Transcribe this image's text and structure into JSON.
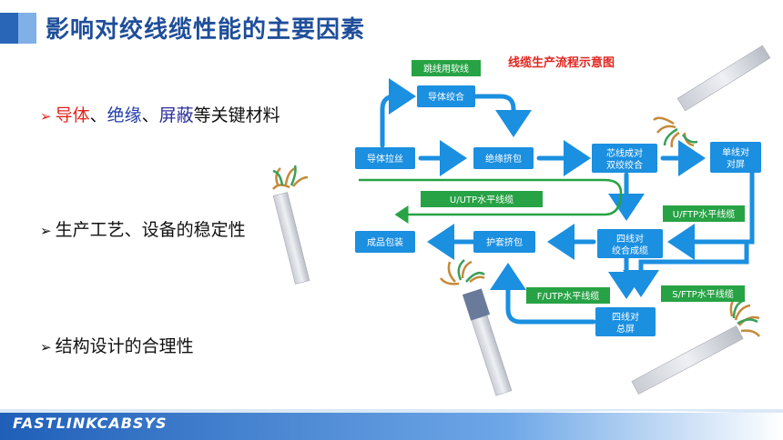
{
  "title": "影响对绞线缆性能的主要因素",
  "bullets": [
    {
      "parts": [
        {
          "text": "导体",
          "color": "red"
        },
        {
          "text": "、",
          "color": "black"
        },
        {
          "text": "绝缘",
          "color": "blue"
        },
        {
          "text": "、",
          "color": "black"
        },
        {
          "text": "屏蔽",
          "color": "navy"
        },
        {
          "text": "等关键材料",
          "color": "black"
        }
      ]
    },
    {
      "parts": [
        {
          "text": "生产工艺、设备的稳定性",
          "color": "black"
        }
      ]
    },
    {
      "parts": [
        {
          "text": "结构设计的合理性",
          "color": "black"
        }
      ]
    }
  ],
  "diagram": {
    "title": "线缆生产流程示意图",
    "nodes": {
      "jumper_soft": "跳线用软线",
      "conductor_twist": "导体绞合",
      "conductor_draw": "导体拉丝",
      "insulation_extrude": "绝缘挤包",
      "core_pair_twist": [
        "芯线成对",
        "双绞绞合"
      ],
      "single_pair_shield": [
        "单线对",
        "对屏"
      ],
      "four_pair_cable": [
        "四线对",
        "绞合成缆"
      ],
      "jacket_extrude": "护套挤包",
      "finished_pack": "成品包装",
      "four_pair_overall_shield": [
        "四线对",
        "总屏"
      ]
    },
    "labels": {
      "uutp": "U/UTP水平线缆",
      "uftp": "U/FTP水平线缆",
      "futp": "F/UTP水平线缆",
      "sftp": "S/FTP水平线缆"
    }
  },
  "footer": "FASTLINKCABSYS",
  "colors": {
    "node": "#1b8fe0",
    "arrow": "#1b8fe0",
    "green": "#27a345",
    "title": "#1f4e9a",
    "red": "#e0261f"
  }
}
